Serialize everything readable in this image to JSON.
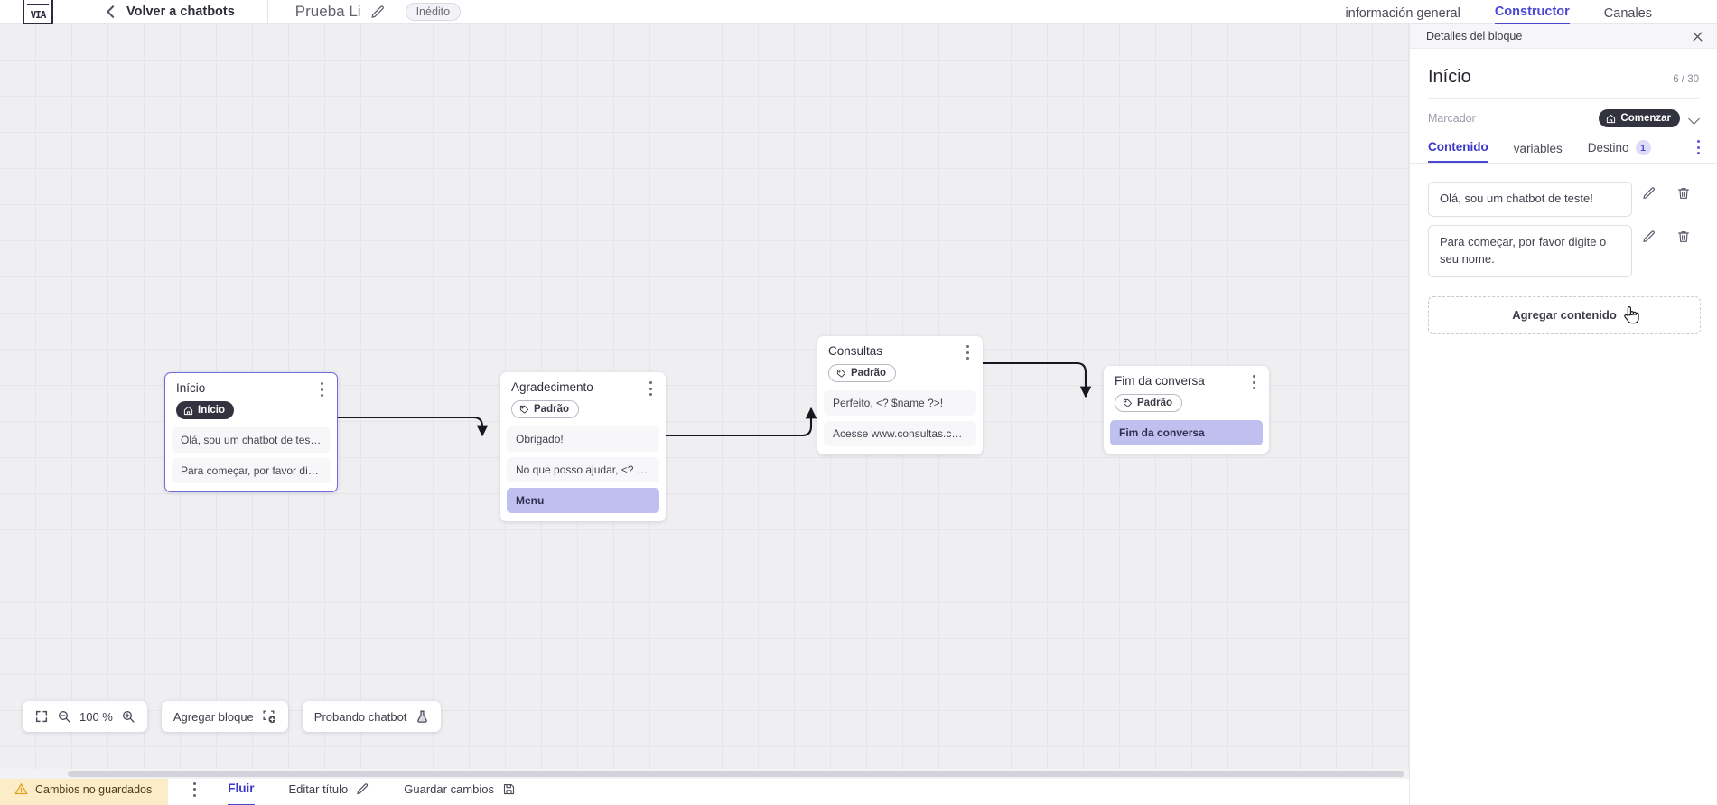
{
  "header": {
    "logo_text": "VIA",
    "back_label": "Volver a chatbots",
    "bot_name": "Prueba Li",
    "status_pill": "Inédito",
    "tabs": [
      {
        "label": "información general",
        "active": false
      },
      {
        "label": "Constructor",
        "active": true
      },
      {
        "label": "Canales",
        "active": false
      }
    ]
  },
  "canvas": {
    "zoom_label": "100 %",
    "add_block_label": "Agregar bloque",
    "test_bot_label": "Probando chatbot",
    "nodes": [
      {
        "title": "Início",
        "badge": {
          "label": "Início",
          "style": "dark",
          "icon": "home-icon"
        },
        "messages": [
          {
            "text": "Olá, sou um chatbot de teste!",
            "accent": false
          },
          {
            "text": "Para começar, por favor digite o ...",
            "accent": false
          }
        ]
      },
      {
        "title": "Agradecimento",
        "badge": {
          "label": "Padrão",
          "style": "outline",
          "icon": "tag-icon"
        },
        "messages": [
          {
            "text": "Obrigado!",
            "accent": false
          },
          {
            "text": "No que posso ajudar, <? $name ...",
            "accent": false
          },
          {
            "text": "Menu",
            "accent": true
          }
        ]
      },
      {
        "title": "Consultas",
        "badge": {
          "label": "Padrão",
          "style": "outline",
          "icon": "tag-icon"
        },
        "messages": [
          {
            "text": "Perfeito, <? $name ?>!",
            "accent": false
          },
          {
            "text": "Acesse www.consultas.com par...",
            "accent": false
          }
        ]
      },
      {
        "title": "Fim da conversa",
        "badge": {
          "label": "Padrão",
          "style": "outline",
          "icon": "tag-icon"
        },
        "messages": [
          {
            "text": "Fim da conversa",
            "accent": true
          }
        ]
      }
    ]
  },
  "bottom_bar": {
    "unsaved_label": "Cambios no guardados",
    "flow_tab": "Fluir",
    "edit_title_label": "Editar título",
    "save_changes_label": "Guardar cambios"
  },
  "panel": {
    "head_title": "Detalles del bloque",
    "block_title": "Início",
    "counter": "6 / 30",
    "marker_label": "Marcador",
    "marker_value": "Comenzar",
    "tabs": [
      {
        "label": "Contenido",
        "active": true,
        "count": ""
      },
      {
        "label": "variables",
        "active": false,
        "count": ""
      },
      {
        "label": "Destino",
        "active": false,
        "count": "1"
      }
    ],
    "contents": [
      {
        "text": "Olá, sou um chatbot de teste!"
      },
      {
        "text": "Para começar, por favor digite o seu nome."
      }
    ],
    "add_content_label": "Agregar contenido"
  },
  "colors": {
    "accent": "#4a47d1",
    "accent_soft": "#bfc0ef",
    "dark_badge": "#33333f",
    "warning_bg": "#fdecc8",
    "canvas_bg": "#efeff2"
  }
}
